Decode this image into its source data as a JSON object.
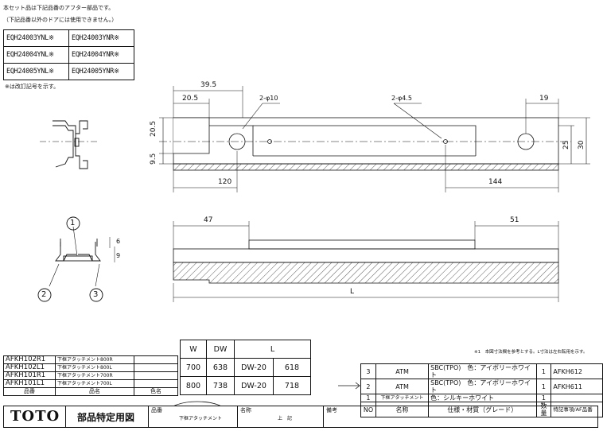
{
  "notes": {
    "line1": "本セット品は下記品番のアフター部品です。",
    "line2": "（下記品番以外のドアには使用できません。）",
    "line3": "※は改訂記号を示す。",
    "line4": "※1　本図寸法欄を参考とする。L寸法は左右転用を示す。"
  },
  "code_table": [
    [
      "EQH24003YNL※",
      "EQH24003YNR※"
    ],
    [
      "EQH24004YNL※",
      "EQH24004YNR※"
    ],
    [
      "EQH24005YNL※",
      "EQH24005YNR※"
    ]
  ],
  "drawing_top": {
    "dims": {
      "d395": "39.5",
      "d205": "20.5",
      "hole10": "2-φ10",
      "hole45": "2-φ4.5",
      "d19": "19",
      "d205v": "20.5",
      "d95": "9.5",
      "d25": "25",
      "d30": "30",
      "d120": "120",
      "d144": "144"
    }
  },
  "drawing_bottom": {
    "dims": {
      "d47": "47",
      "d51": "51",
      "L": "L"
    }
  },
  "section": {
    "d6": "6",
    "d9": "9",
    "c1": "1",
    "c2": "2",
    "c3": "3"
  },
  "parts_table": {
    "rows": [
      {
        "code": "AFKH102R1",
        "name": "下框アタッチメント800R"
      },
      {
        "code": "AFKH102L1",
        "name": "下框アタッチメント800L"
      },
      {
        "code": "AFKH101R1",
        "name": "下框アタッチメント700R"
      },
      {
        "code": "AFKH101L1",
        "name": "下框アタッチメント700L"
      }
    ],
    "headers": {
      "code": "品番",
      "name": "品名",
      "color": "色名"
    }
  },
  "dims_table": {
    "headers": [
      "W",
      "DW",
      "L"
    ],
    "rows": [
      [
        "700",
        "638",
        "DW-20",
        "618"
      ],
      [
        "800",
        "738",
        "DW-20",
        "718"
      ]
    ]
  },
  "bom": {
    "rows": [
      [
        "3",
        "ATM",
        "SBC(TPO)　色：アイボリーホワイト",
        "1",
        "AFKH612"
      ],
      [
        "2",
        "ATM",
        "SBC(TPO)　色：アイボリーホワイト",
        "1",
        "AFKH611"
      ],
      [
        "1",
        "下框アタッチメント",
        "色：シルキーホワイト",
        "1",
        ""
      ]
    ],
    "headers": [
      "NO",
      "名称",
      "仕様・材質（グレード）",
      "数量",
      "特記事項/AF品番"
    ]
  },
  "title_block": {
    "brand": "TOTO",
    "doc_type": "部品特定用図",
    "hinban_label": "品番",
    "hinban_value": "下框アタッチメント",
    "name_label": "名称",
    "name_value": "上　記",
    "remarks_label": "備考"
  }
}
